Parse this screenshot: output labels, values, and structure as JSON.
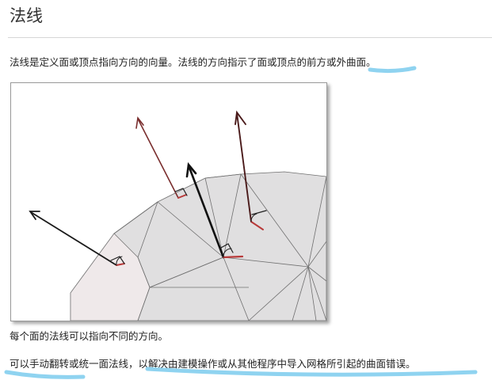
{
  "heading": "法线",
  "intro": "法线是定义面或顶点指向方向的向量。法线的方向指示了面或顶点的前方或外曲面。",
  "figure_caption": "每个面的法线可以指向不同的方向。",
  "note": "可以手动翻转或统一面法线，以解决由建模操作或从其他程序中导入网格所引起的曲面错误。",
  "colors": {
    "highlight": "#8fd3f0",
    "normal_tip": "#b83a3a",
    "surface": "#dcdcdc"
  }
}
